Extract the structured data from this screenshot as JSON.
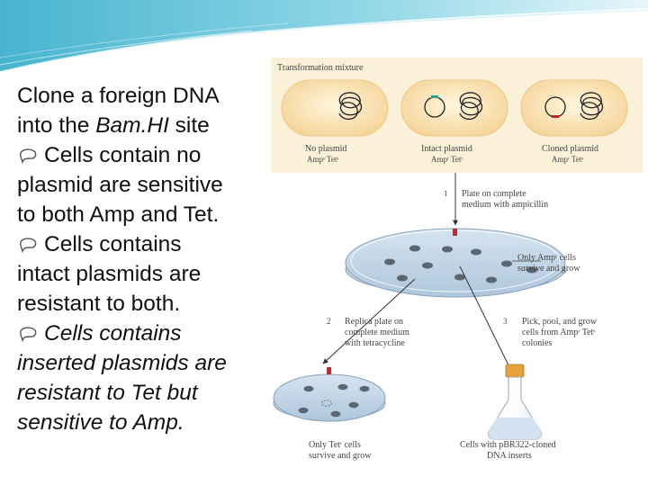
{
  "slide": {
    "intro_line1": "Clone a foreign DNA",
    "intro_line2_pre": "into the ",
    "intro_line2_italic": "Bam.HI",
    "intro_line2_post": " site",
    "bullets": [
      {
        "lines": [
          "Cells contain no",
          "plasmid are sensitive",
          "to both Amp and Tet."
        ],
        "italic": false
      },
      {
        "lines": [
          "Cells contains",
          "intact plasmids are",
          "resistant to both."
        ],
        "italic": false
      },
      {
        "lines": [
          "Cells contains",
          "inserted plasmids are",
          "resistant to Tet but",
          "sensitive to Amp."
        ],
        "italic": true
      }
    ]
  },
  "figure": {
    "title": "Transformation mixture",
    "cells": [
      {
        "label1": "No plasmid",
        "label2": "Ampˢ Tetˢ"
      },
      {
        "label1": "Intact plasmid",
        "label2": "Ampʳ Tetʳ"
      },
      {
        "label1": "Cloned plasmid",
        "label2": "Ampʳ Tetˢ"
      }
    ],
    "step1_number": "1",
    "step1_line1": "Plate on complete",
    "step1_line2": "medium with ampicillin",
    "amp_note_line1": "Only Ampʳ cells",
    "amp_note_line2": "survive and grow",
    "step2_number": "2",
    "step2_line1": "Replica plate on",
    "step2_line2": "complete medium",
    "step2_line3": "with tetracycline",
    "step3_number": "3",
    "step3_line1": "Pick, pool, and grow",
    "step3_line2": "cells from Ampʳ Tetˢ",
    "step3_line3": "colonies",
    "tet_note_line1": "Only Tetʳ cells",
    "tet_note_line2": "survive and grow",
    "flask_line1": "Cells with pBR322-cloned",
    "flask_line2": "DNA inserts"
  },
  "colors": {
    "header_teal": "#5cc2d8",
    "cell_fill": "#fbe3b1",
    "figure_panel": "#fbf1d8",
    "tet_marker": "#2a9e8a",
    "amp_marker": "#c8262a",
    "agar": "#c9dced",
    "flask_cap": "#e4a23a"
  }
}
